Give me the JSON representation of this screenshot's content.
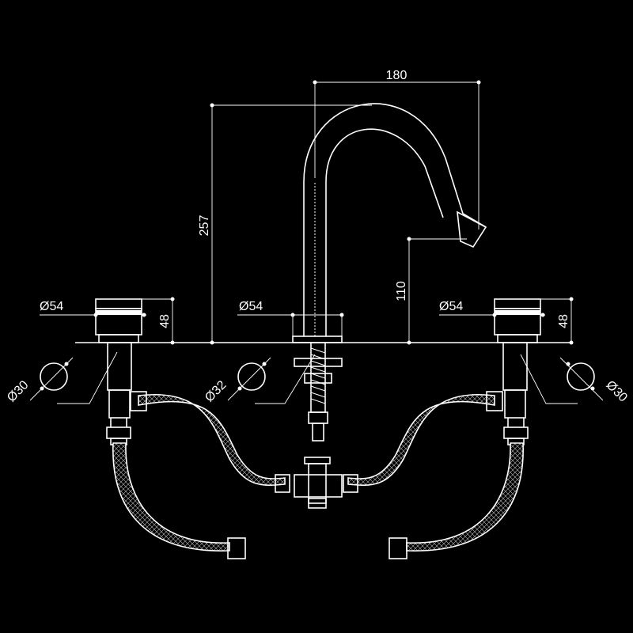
{
  "dimensions": {
    "spout_reach": "180",
    "total_height": "257",
    "spout_height": "110",
    "handle_left_diameter": "Ø54",
    "handle_left_height": "48",
    "spout_base_diameter": "Ø54",
    "handle_right_diameter": "Ø54",
    "handle_right_height": "48",
    "hole_left": "Ø30",
    "hole_center": "Ø32",
    "hole_right": "Ø30"
  },
  "colors": {
    "background": "#000000",
    "line": "#ffffff"
  }
}
